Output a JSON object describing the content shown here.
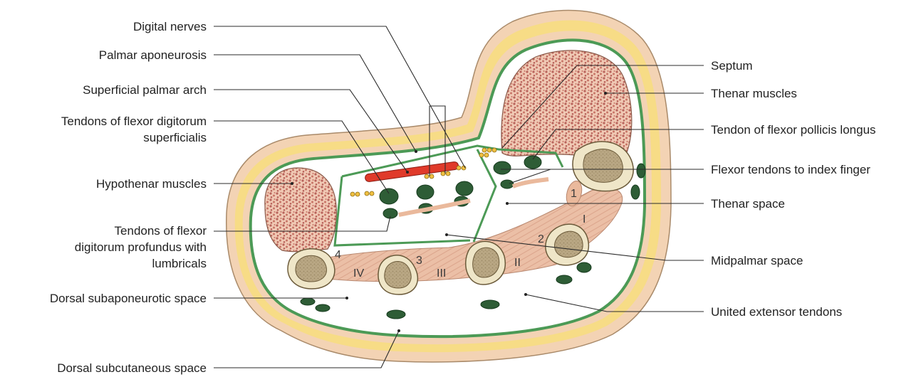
{
  "labels": {
    "digital_nerves": "Digital nerves",
    "palmar_aponeurosis": "Palmar aponeurosis",
    "superficial_palmar_arch": "Superficial palmar arch",
    "fds_line1": "Tendons of flexor digitorum",
    "fds_line2": "superficialis",
    "hypothenar_muscles": "Hypothenar muscles",
    "fdp_line1": "Tendons of flexor",
    "fdp_line2": "digitorum profundus with",
    "fdp_line3": "lumbricals",
    "dorsal_subaponeurotic": "Dorsal subaponeurotic space",
    "dorsal_subcutaneous": "Dorsal subcutaneous space",
    "septum": "Septum",
    "thenar_muscles": "Thenar muscles",
    "fpl_tendon": "Tendon of flexor pollicis longus",
    "index_flexors": "Flexor tendons to index finger",
    "thenar_space": "Thenar space",
    "midpalmar_space": "Midpalmar space",
    "united_extensor": "United extensor tendons"
  },
  "numerals": {
    "lumbrical_1": "1",
    "lumbrical_2": "2",
    "lumbrical_3": "3",
    "lumbrical_4": "4",
    "meta_I": "I",
    "meta_II": "II",
    "meta_III": "III",
    "meta_IV": "IV"
  },
  "colors": {
    "skin": "#f3d3b4",
    "fat": "#f7dc86",
    "fascia": "#4c9a56",
    "muscle": "#e6b39c",
    "muscle_stipple": "#b8625a",
    "bone_cortex": "#efe6c8",
    "marrow": "#b8a682",
    "tendon": "#2e5d36",
    "artery": "#e03a2a",
    "nerve": "#e3b13a",
    "lumbrical": "#eab99c"
  }
}
